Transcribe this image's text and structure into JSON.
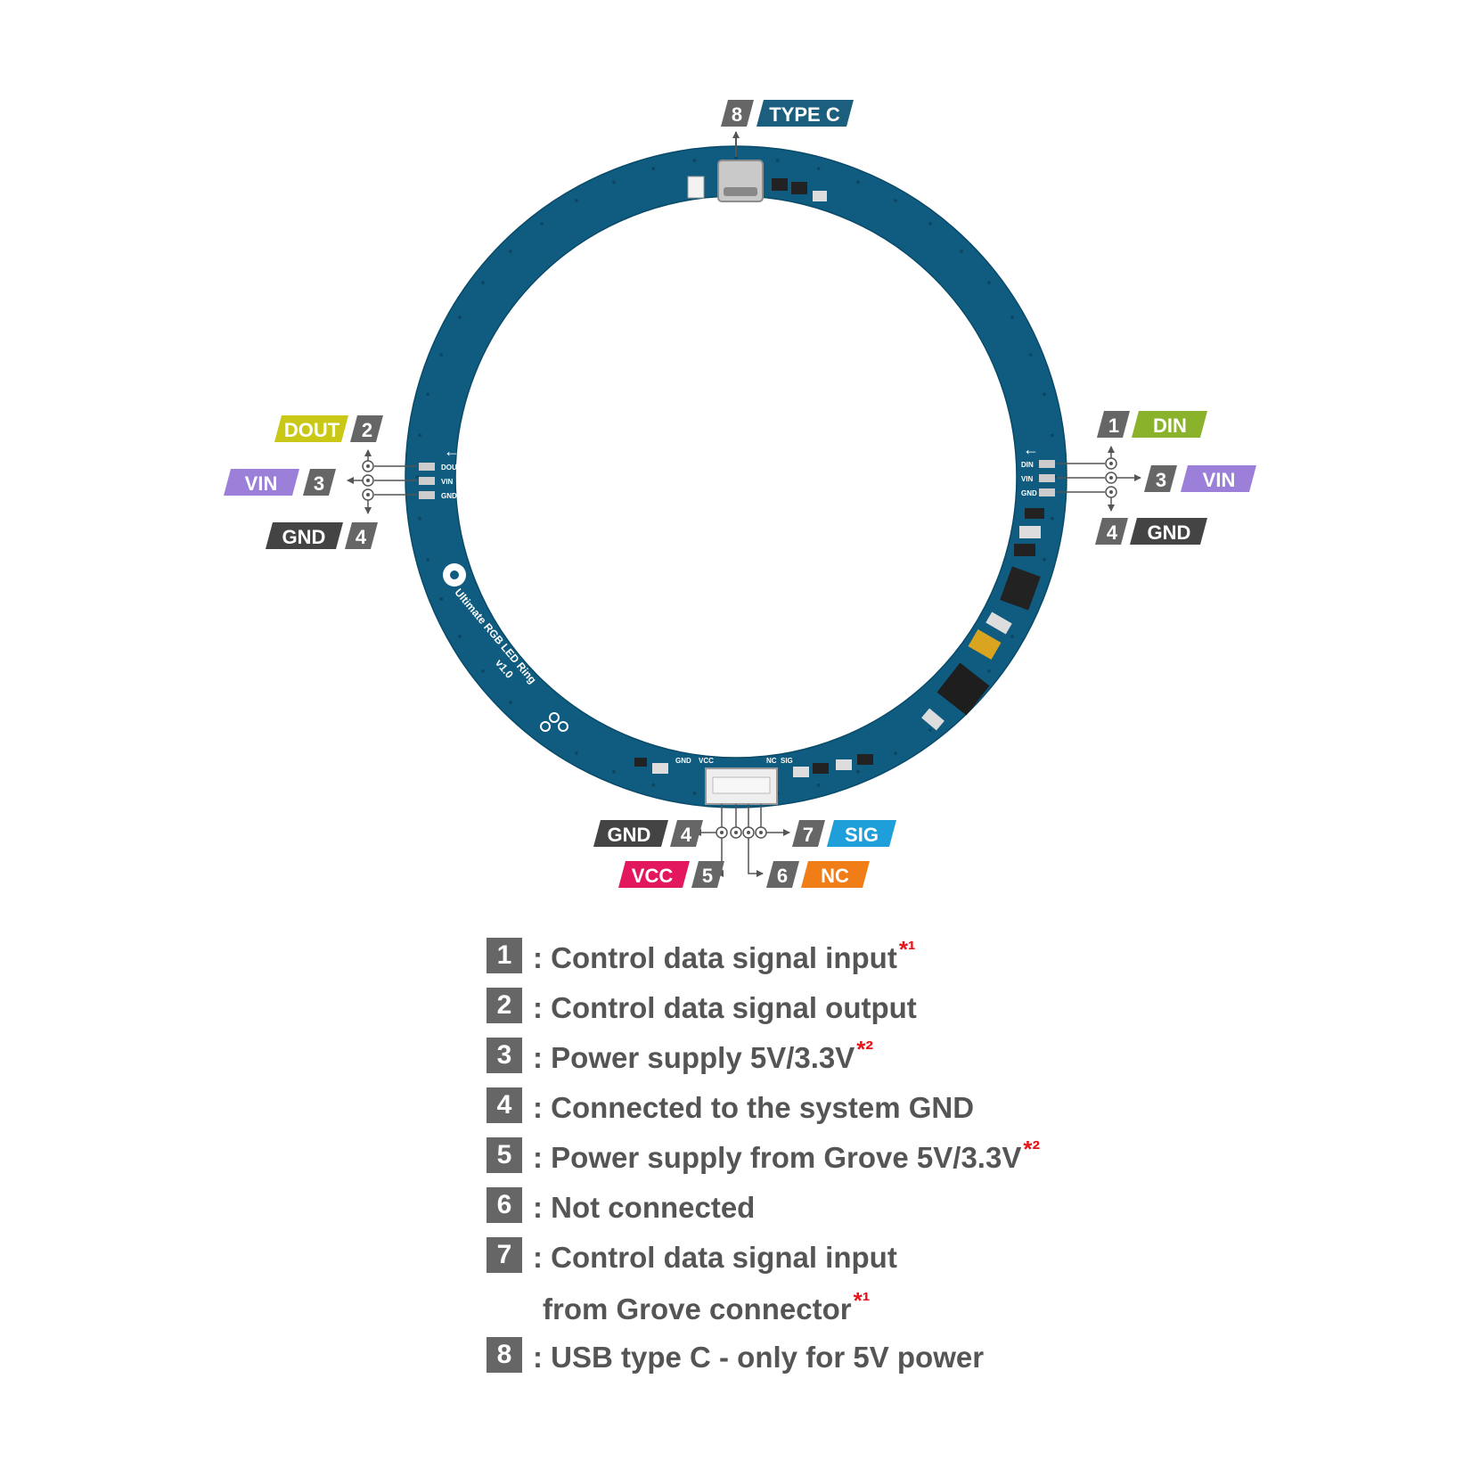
{
  "pins": {
    "top": {
      "num": "8",
      "name": "TYPE C",
      "color": "#1b5e7e"
    },
    "left": [
      {
        "num": "2",
        "name": "DOUT",
        "color": "#c9c816"
      },
      {
        "num": "3",
        "name": "VIN",
        "color": "#9b7fd9"
      },
      {
        "num": "4",
        "name": "GND",
        "color": "#444444"
      }
    ],
    "right": [
      {
        "num": "1",
        "name": "DIN",
        "color": "#8ab32b"
      },
      {
        "num": "3",
        "name": "VIN",
        "color": "#9b7fd9"
      },
      {
        "num": "4",
        "name": "GND",
        "color": "#444444"
      }
    ],
    "bottom": [
      {
        "num": "4",
        "name": "GND",
        "color": "#444444"
      },
      {
        "num": "7",
        "name": "SIG",
        "color": "#1e9fd9"
      },
      {
        "num": "5",
        "name": "VCC",
        "color": "#e3175e"
      },
      {
        "num": "6",
        "name": "NC",
        "color": "#f07d16"
      }
    ]
  },
  "board": {
    "ring_color": "#0f5c80",
    "side_silk": [
      "DOUT",
      "VIN",
      "GND"
    ],
    "right_silk": [
      "DIN",
      "VIN",
      "GND"
    ],
    "bottom_silk": [
      "GND",
      "VCC",
      "NC",
      "SIG"
    ],
    "name_line1": "Ultimate RGB LED Ring",
    "name_line2": "v1.0"
  },
  "legend": [
    {
      "num": "1",
      "text": ": Control data signal input",
      "note": "*¹"
    },
    {
      "num": "2",
      "text": ": Control data signal output",
      "note": ""
    },
    {
      "num": "3",
      "text": ": Power supply 5V/3.3V",
      "note": "*²"
    },
    {
      "num": "4",
      "text": ": Connected to the system GND",
      "note": ""
    },
    {
      "num": "5",
      "text": ": Power supply from Grove 5V/3.3V",
      "note": "*²"
    },
    {
      "num": "6",
      "text": ": Not connected",
      "note": ""
    },
    {
      "num": "7",
      "text": ": Control data signal input",
      "note": ""
    },
    {
      "num": "8",
      "text": ": USB type C - only for 5V power",
      "note": ""
    }
  ],
  "legend_cont": {
    "text": "from Grove connector",
    "note": "*¹"
  }
}
